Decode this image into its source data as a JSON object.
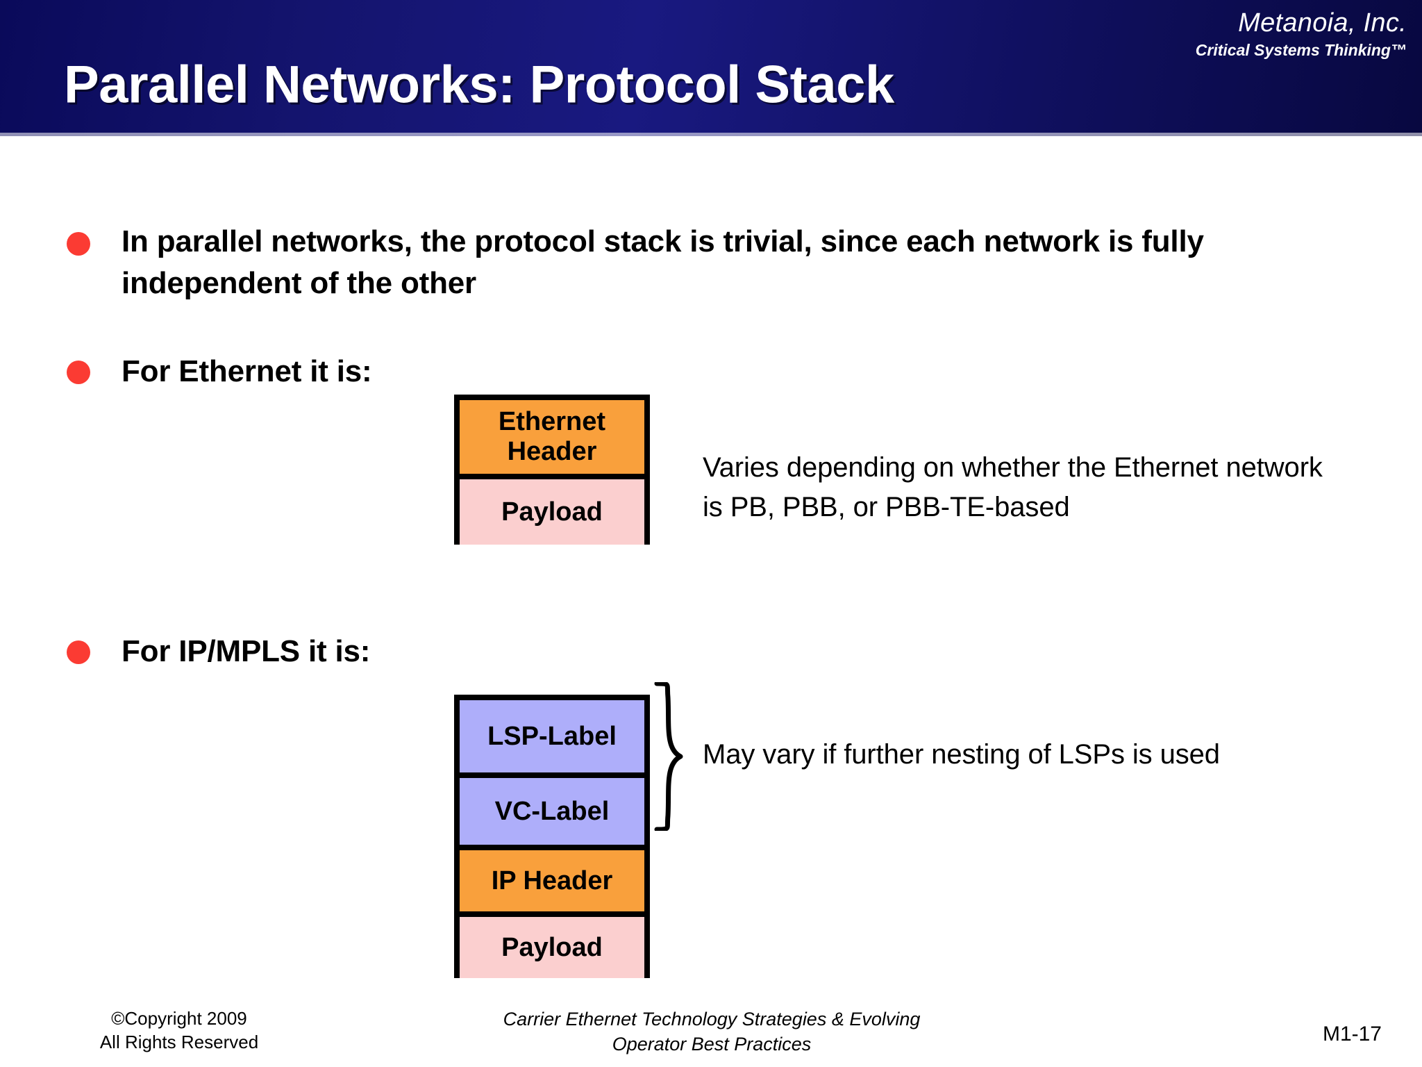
{
  "header": {
    "brand_name": "Metanoia, Inc.",
    "brand_tagline": "Critical Systems Thinking™",
    "title": "Parallel Networks: Protocol Stack",
    "band_color": "#14146E",
    "title_color": "#FFFFFF"
  },
  "bullets": [
    {
      "text": "In parallel networks,  the protocol stack is trivial, since each network is fully independent of the other"
    },
    {
      "text": "For Ethernet it is:"
    },
    {
      "text": "For IP/MPLS it is:"
    }
  ],
  "bullet_color": "#FB3B33",
  "ethernet_stack": {
    "rows": [
      {
        "label": "Ethernet Header",
        "color": "#F9A03C"
      },
      {
        "label": "Payload",
        "color": "#FBCFCF"
      }
    ],
    "note": "Varies depending on whether the Ethernet network is PB, PBB, or PBB-TE-based"
  },
  "mpls_stack": {
    "rows": [
      {
        "label": "LSP-Label",
        "color": "#AEAEFA"
      },
      {
        "label": "VC-Label",
        "color": "#AEAEFA"
      },
      {
        "label": "IP Header",
        "color": "#F9A03C"
      },
      {
        "label": "Payload",
        "color": "#FBCFCF"
      }
    ],
    "note": "May vary if further nesting of LSPs is used",
    "brace_spans_rows": [
      0,
      1
    ]
  },
  "footer": {
    "copyright_line1": "©Copyright  2009",
    "copyright_line2": "All Rights Reserved",
    "center_line1": "Carrier Ethernet Technology Strategies & Evolving",
    "center_line2": "Operator Best Practices",
    "page_number": "M1-17"
  }
}
